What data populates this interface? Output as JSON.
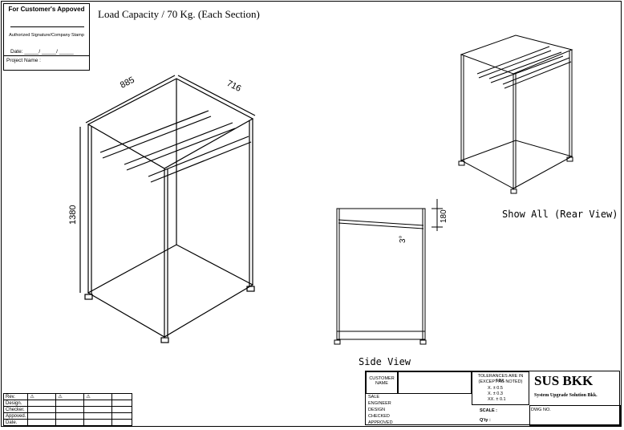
{
  "approval": {
    "title": "For Customer's Appoved",
    "signature_caption": "Authorized Signature/Company Stamp",
    "date_label": "Date: _____/ _____/ _____",
    "project_label": "Project Name :"
  },
  "load_capacity": "Load Capacity / 70 Kg. (Each Section)",
  "dimensions": {
    "width": "885",
    "depth": "716",
    "height": "1380",
    "shelf_height": "180",
    "angle": "3°"
  },
  "views": {
    "rear": "Show All  (Rear View)",
    "side": "Side View"
  },
  "revision_rows": [
    "Rev.",
    "Design.",
    "Checker.",
    "Appoved.",
    "Date."
  ],
  "title_block": {
    "customer_name": "CUSTOMER NAME",
    "sale": "SALE",
    "engineer": "ENGINEER",
    "design": "DESIGN",
    "checked": "CHECKED",
    "approved": "APPROVED",
    "tolerance_title": "TOLERANCES ARE IN MM.",
    "tolerance_sub": "(EXCEPT AS NOTED)",
    "tol_x": "X.  ± 0.5",
    "tol_xx": "X.  ± 0.3",
    "tol_xxx": "XX. ± 0.1",
    "scale": "SCALE :",
    "qty": "Q'ty :",
    "company": "SUS BKK",
    "company_sub": "System Upgrade Solution Bkk.",
    "dwg_no": "DWG NO."
  }
}
